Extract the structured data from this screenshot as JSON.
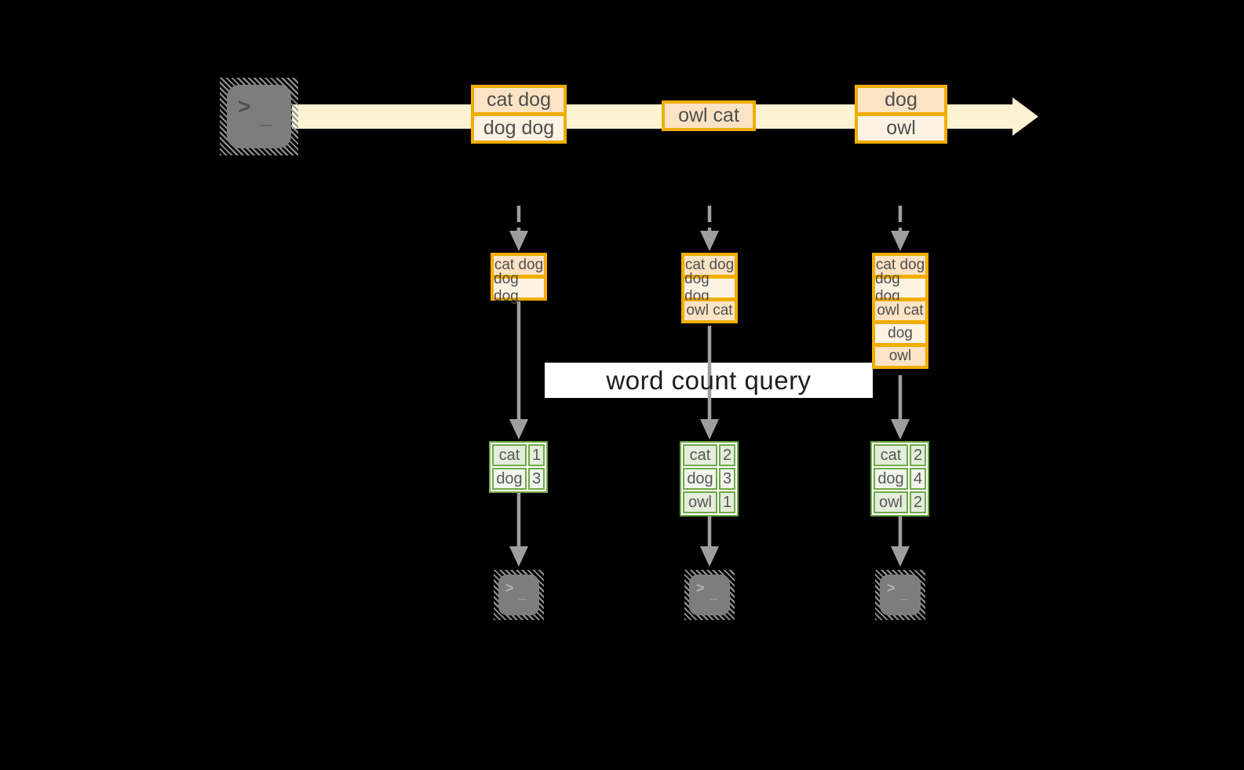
{
  "diagram": {
    "label": "word count query",
    "prompt_char": ">",
    "cursor_char": "_",
    "source_icon": "terminal-prompt",
    "output_icon": "terminal-prompt"
  },
  "stream": {
    "batches": [
      {
        "lines": [
          "cat dog",
          "dog dog"
        ]
      },
      {
        "lines": [
          "owl cat"
        ]
      },
      {
        "lines": [
          "dog",
          "owl"
        ]
      }
    ]
  },
  "workers": [
    {
      "buffer": [
        "cat dog",
        "dog dog"
      ],
      "counts": [
        {
          "word": "cat",
          "count": "1"
        },
        {
          "word": "dog",
          "count": "3"
        }
      ]
    },
    {
      "buffer": [
        "cat dog",
        "dog dog",
        "owl cat"
      ],
      "counts": [
        {
          "word": "cat",
          "count": "2"
        },
        {
          "word": "dog",
          "count": "3"
        },
        {
          "word": "owl",
          "count": "1"
        }
      ]
    },
    {
      "buffer": [
        "cat dog",
        "dog dog",
        "owl cat",
        "dog",
        "owl"
      ],
      "counts": [
        {
          "word": "cat",
          "count": "2"
        },
        {
          "word": "dog",
          "count": "4"
        },
        {
          "word": "owl",
          "count": "2"
        }
      ]
    }
  ],
  "colors": {
    "background": "#000000",
    "stream_arrow": "#fcf3d2",
    "batch_border": "#f0ae00",
    "batch_fill_dark": "#fbe3c4",
    "batch_fill_light": "#fdf3e4",
    "table_border": "#6fa848",
    "table_fill_tint": "#e3edda",
    "table_fill_light": "#f1f5ec",
    "flow_gray": "#9e9e9e",
    "label_bg": "#ffffff"
  }
}
